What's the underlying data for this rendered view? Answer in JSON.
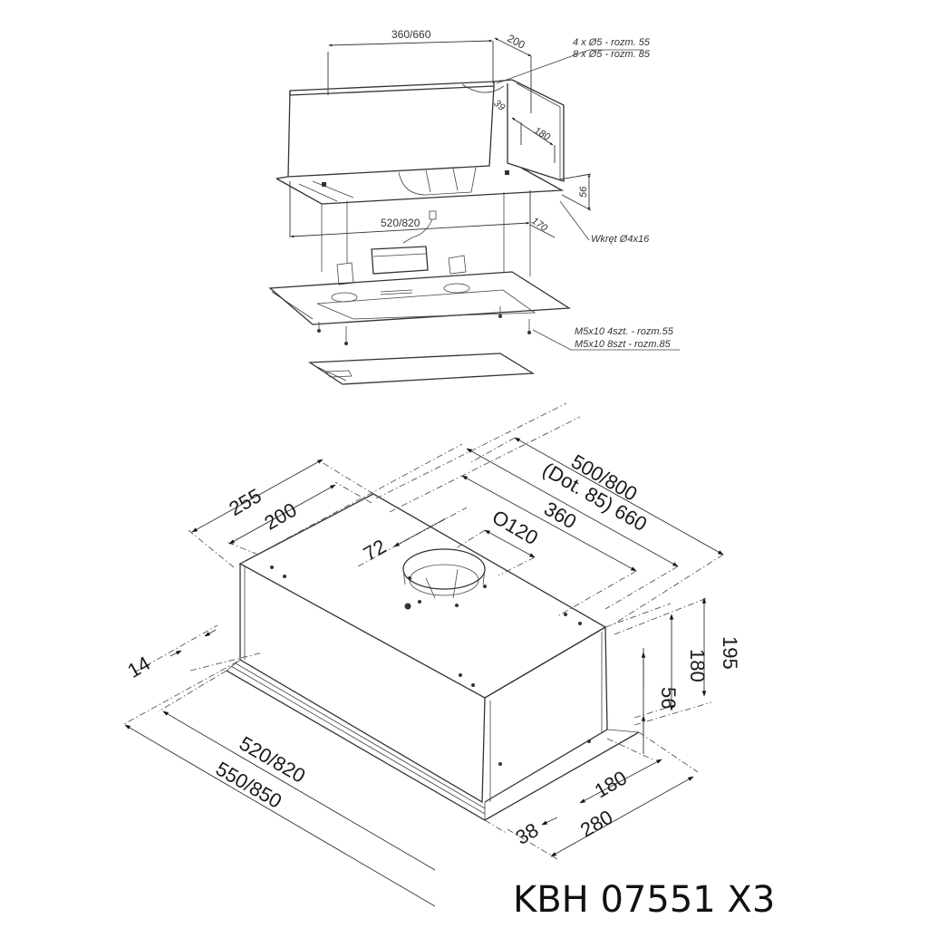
{
  "model": "KBH 07551 X3",
  "top_drawing": {
    "dimensions": {
      "width": "360/660",
      "depth": "200",
      "depth_offset": "39",
      "depth_inner": "180",
      "height": "56",
      "bottom_width": "520/820",
      "bottom_depth": "170"
    },
    "notes": {
      "holes_55": "4 x Ø5 - rozm. 55",
      "holes_85": "8 x Ø5 - rozm. 85",
      "screw": "Wkręt Ø4x16",
      "bolts_55": "M5x10  4szt. - rozm.55",
      "bolts_85": "M5x10  8szt - rozm.85"
    }
  },
  "bottom_drawing": {
    "dimensions": {
      "d255": "255",
      "d200": "200",
      "d72": "72",
      "duct": "Ο120",
      "d360": "360",
      "dot85": "(Dot. 85) 660",
      "d500_800": "500/800",
      "h195": "195",
      "h180": "180",
      "h56": "56",
      "d14": "14",
      "w520_820": "520/820",
      "w550_850": "550/850",
      "d180": "180",
      "d38": "38",
      "d280": "280"
    }
  }
}
